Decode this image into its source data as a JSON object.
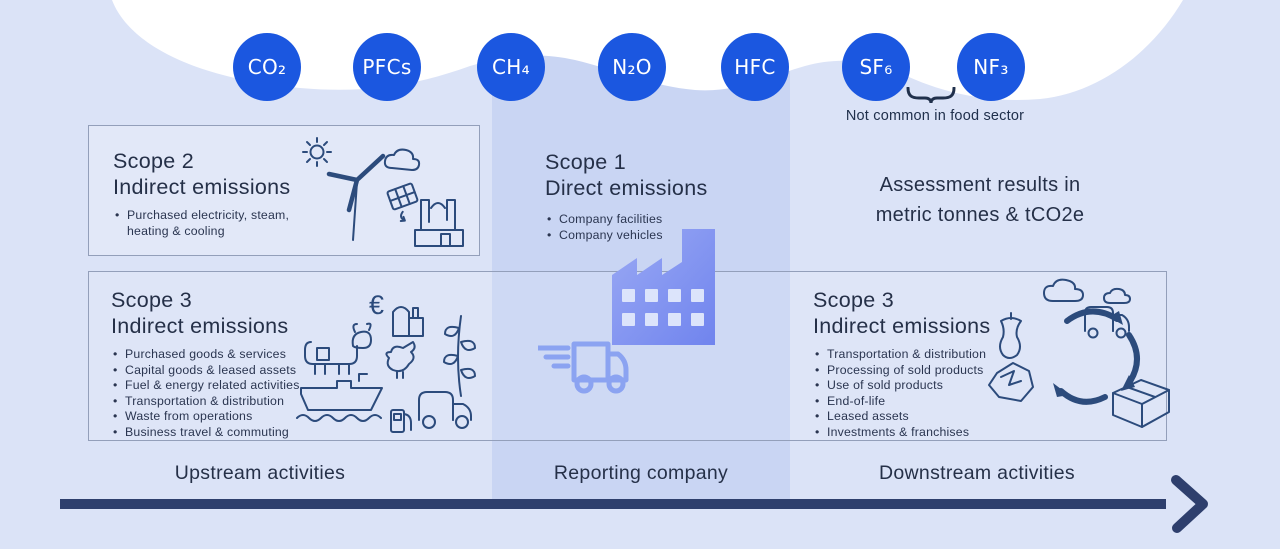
{
  "gases": {
    "labels": [
      "CO₂",
      "PFCs",
      "CH₄",
      "N₂O",
      "HFC",
      "SF₆",
      "NF₃"
    ],
    "note": "Not common in food sector"
  },
  "scopes": {
    "scope2": {
      "title": "Scope 2",
      "subtitle": "Indirect emissions",
      "bullets": [
        "Purchased electricity, steam, heating & cooling"
      ]
    },
    "scope1": {
      "title": "Scope 1",
      "subtitle": "Direct emissions",
      "bullets": [
        "Company facilities",
        "Company vehicles"
      ]
    },
    "scope3_upstream": {
      "title": "Scope 3",
      "subtitle": "Indirect emissions",
      "bullets": [
        "Purchased goods & services",
        "Capital goods & leased assets",
        "Fuel & energy related activities",
        "Transportation & distribution",
        "Waste from operations",
        "Business travel & commuting"
      ]
    },
    "scope3_downstream": {
      "title": "Scope 3",
      "subtitle": "Indirect emissions",
      "bullets": [
        "Transportation & distribution",
        "Processing of sold products",
        "Use of sold products",
        "End-of-life",
        "Leased assets",
        "Investments & franchises"
      ]
    }
  },
  "assessment": {
    "line1": "Assessment results in",
    "line2": "metric tonnes & tCO2e"
  },
  "zones": {
    "upstream": "Upstream activities",
    "reporting": "Reporting company",
    "downstream": "Downstream activities"
  },
  "colors": {
    "background": "#dbe3f7",
    "center_band": "#c9d5f3",
    "cloud": "#ffffff",
    "gas_circle": "#1b57e0",
    "gas_text": "#ffffff",
    "heading_text": "#253048",
    "line_art": "#2c4b7c",
    "box_border": "#939fba",
    "factory_fill_start": "#9aa9f4",
    "factory_fill_end": "#7084ee",
    "factory_window": "#dce4fb",
    "truck_stroke": "#8ba3f1",
    "arrow": "#2e3f6d"
  },
  "icons": {
    "scope2_art": [
      "sun-icon",
      "wind-turbine-icon",
      "cloud-icon",
      "solar-panel-icon",
      "factory-outline-icon"
    ],
    "scope1_art": [
      "factory-icon",
      "delivery-truck-icon"
    ],
    "scope3_upstream_art": [
      "euro-icon",
      "barn-icon",
      "cow-icon",
      "chicken-icon",
      "plant-icon",
      "cargo-ship-icon",
      "fuel-pump-icon",
      "truck-icon"
    ],
    "scope3_downstream_art": [
      "cloud-icon",
      "cloud-small-icon",
      "truck-icon",
      "apple-core-icon",
      "crumpled-paper-icon",
      "recycling-arrows-icon",
      "cardboard-box-icon"
    ],
    "gas_note_brace": "brace-icon",
    "flow_arrow": "flow-arrow-icon"
  }
}
